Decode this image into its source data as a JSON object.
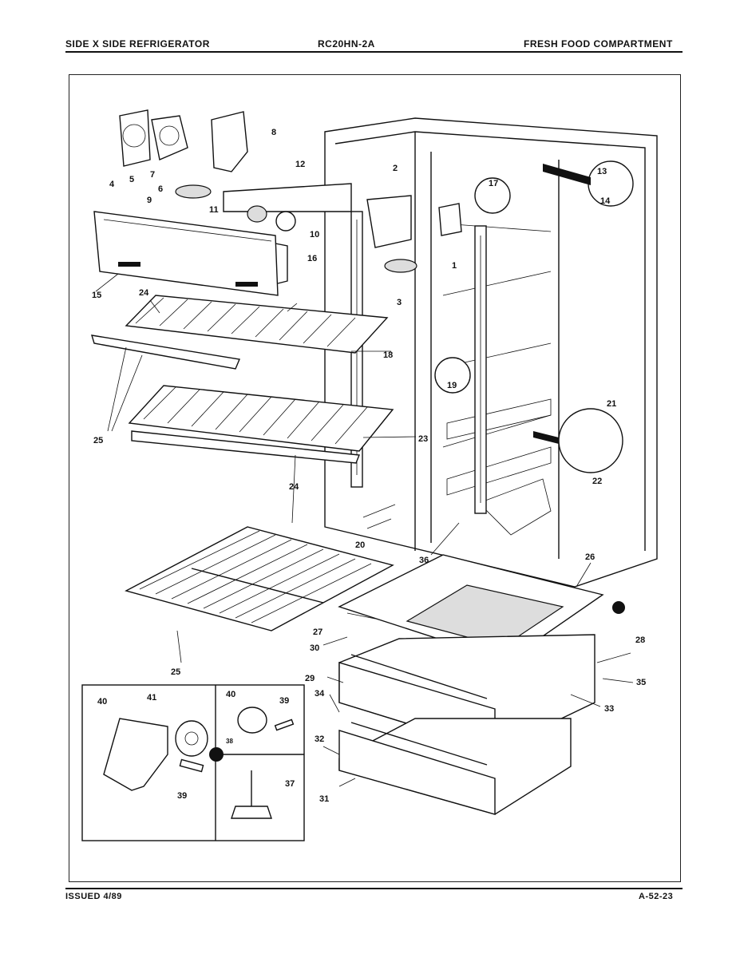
{
  "header": {
    "left": "SIDE X SIDE REFRIGERATOR",
    "center": "RC20HN-2A",
    "right": "FRESH FOOD COMPARTMENT"
  },
  "footer": {
    "left": "ISSUED 4/89",
    "right": "A-52-23"
  },
  "callouts": [
    "1",
    "2",
    "3",
    "4",
    "5",
    "6",
    "7",
    "8",
    "9",
    "10",
    "11",
    "12",
    "13",
    "14",
    "15",
    "16",
    "17",
    "18",
    "19",
    "20",
    "21",
    "22",
    "23",
    "24",
    "25",
    "26",
    "27",
    "28",
    "29",
    "30",
    "31",
    "32",
    "33",
    "34",
    "35",
    "36",
    "37",
    "38",
    "39",
    "40",
    "41"
  ],
  "inset_callouts": {
    "a": [
      "40",
      "41",
      "39"
    ],
    "b": [
      "40",
      "39",
      "38",
      "37"
    ]
  }
}
